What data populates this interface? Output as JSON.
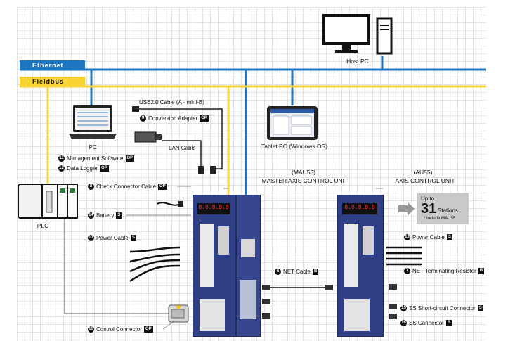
{
  "networks": {
    "ethernet": "Ethernet",
    "fieldbus": "Fieldbus"
  },
  "devices": {
    "host_pc": "Host PC",
    "pc": "PC",
    "tablet": "Tablet PC (Windows OS)",
    "plc": "PLC",
    "master": {
      "model": "(MAU55)",
      "name": "MASTER AXIS CONTROL UNIT"
    },
    "axis": {
      "model": "(AU55)",
      "name": "AXIS CONTROL UNIT"
    }
  },
  "stations": {
    "prefix": "Up to",
    "count": "31",
    "unit": "Stations",
    "note": "* Include MAU55"
  },
  "display": "8.8.8.8.8",
  "items": {
    "usb": {
      "label": "USB2.0 Cable (A - mini-B)"
    },
    "conversion": {
      "num": "9",
      "label": "Conversion Adapter",
      "tag": "OP"
    },
    "lan": {
      "label": "LAN Cable"
    },
    "management": {
      "num": "11",
      "label": "Management Software",
      "tag": "OP"
    },
    "datalogger": {
      "num": "12",
      "label": "Data Logger",
      "tag": "OP"
    },
    "check": {
      "num": "8",
      "label": "Check Connector Cable",
      "tag": "OP"
    },
    "battery": {
      "num": "14",
      "label": "Battery",
      "tag": "S"
    },
    "power_left": {
      "num": "13",
      "label": "Power Cable",
      "tag": "S"
    },
    "net_cable": {
      "num": "6",
      "label": "NET Cable",
      "tag": "B"
    },
    "power_right": {
      "num": "13",
      "label": "Power Cable",
      "tag": "S"
    },
    "net_term": {
      "num": "7",
      "label": "NET Terminating Resistor",
      "tag": "B"
    },
    "ss_short": {
      "num": "15",
      "label": "SS Short-circuit Connector",
      "tag": "S"
    },
    "ss_conn": {
      "num": "16",
      "label": "SS Connector",
      "tag": "S"
    },
    "control": {
      "num": "10",
      "label": "Control Connector",
      "tag": "OP"
    }
  },
  "colors": {
    "ethernet": "#1f74c0",
    "fieldbus": "#f7d431",
    "controller": "#2f3f86"
  }
}
